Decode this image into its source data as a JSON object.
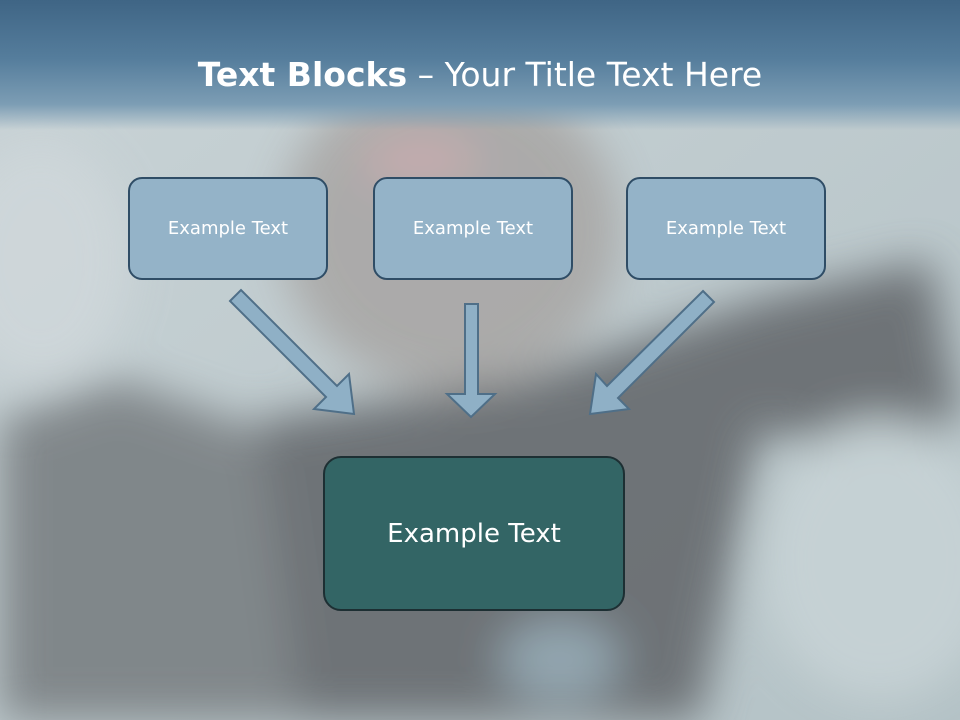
{
  "title": {
    "bold": "Text Blocks",
    "separator": " – ",
    "rest": "Your Title Text Here"
  },
  "boxes": {
    "top": [
      "Example Text",
      "Example Text",
      "Example Text"
    ],
    "main": "Example Text"
  },
  "colors": {
    "title_band": "#3f6585",
    "top_box_fill": "#94b3c8",
    "top_box_border": "#2f4d66",
    "main_box_fill": "#336565",
    "arrow_fill": "#8fb0c6",
    "arrow_stroke": "#4f6f88"
  }
}
